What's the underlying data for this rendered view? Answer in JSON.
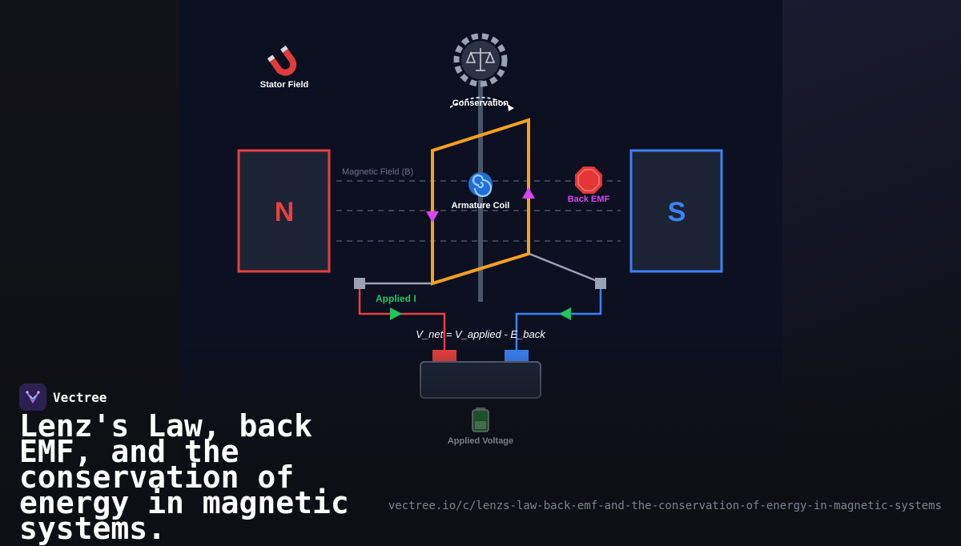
{
  "diagram": {
    "north_pole": "N",
    "south_pole": "S",
    "stator_field_label": "Stator Field",
    "stator_field_icon": "horseshoe-magnet-icon",
    "conservation_label": "Conservation",
    "conservation_icon": "balance-scale-icon",
    "magnetic_field_label": "Magnetic Field (B)",
    "armature_coil_label": "Armature Coil",
    "armature_coil_icon": "spiral-icon",
    "back_emf_label": "Back EMF",
    "back_emf_icon": "stop-sign-icon",
    "applied_current_label": "Applied I",
    "equation": "V_net = V_applied - E_back",
    "applied_voltage_label": "Applied Voltage",
    "applied_voltage_icon": "battery-icon",
    "colors": {
      "north": "#e74040",
      "south": "#3b82f6",
      "coil": "#f5a020",
      "back_emf": "#d946ef",
      "current": "#22c55e"
    }
  },
  "brand": {
    "name": "Vectree",
    "logo_icon": "vectree-logo-icon"
  },
  "title": "Lenz's Law, back EMF, and the conservation of energy in magnetic systems.",
  "url": "vectree.io/c/lenzs-law-back-emf-and-the-conservation-of-energy-in-magnetic-systems"
}
